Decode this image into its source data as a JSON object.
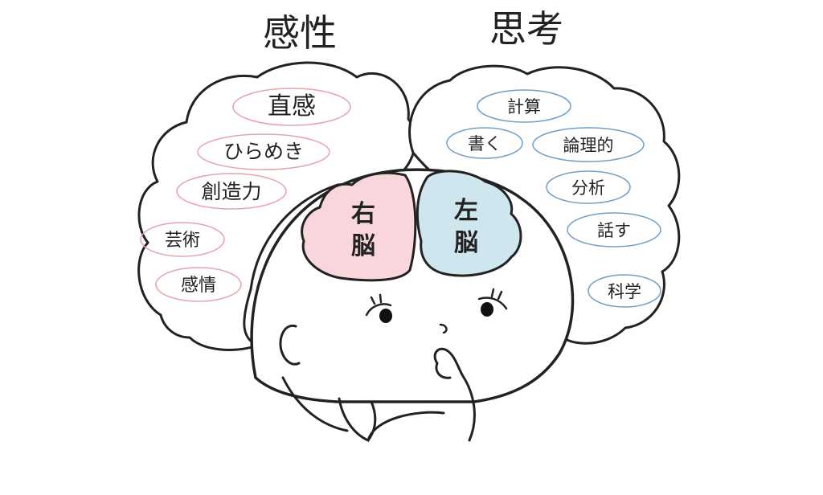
{
  "headings": {
    "left": "感性",
    "right": "思考"
  },
  "hemispheres": {
    "right_brain_label_top": "右",
    "right_brain_label_bottom": "脳",
    "left_brain_label_top": "左",
    "left_brain_label_bottom": "脳"
  },
  "left_cloud_items": [
    "直感",
    "ひらめき",
    "創造力",
    "芸術",
    "感情"
  ],
  "right_cloud_items": [
    "計算",
    "書く",
    "論理的",
    "分析",
    "話す",
    "科学"
  ],
  "colors": {
    "outline": "#222222",
    "left_pill": "#e6a3a8",
    "right_pill": "#6f9fc9",
    "right_brain_fill": "#f8d6dc",
    "left_brain_fill": "#cfe6ef"
  }
}
